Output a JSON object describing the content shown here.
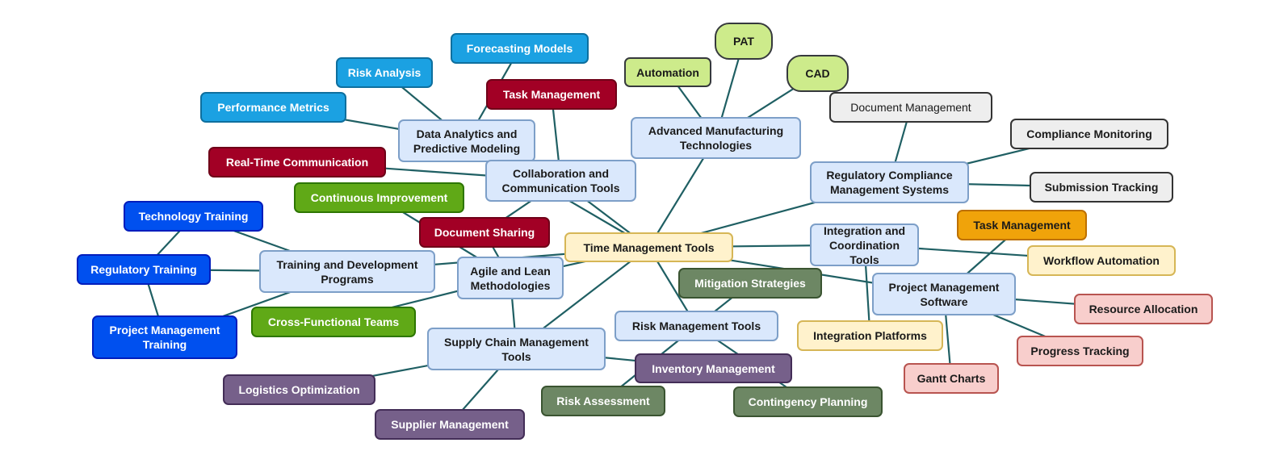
{
  "diagram": {
    "type": "mind-map",
    "center": {
      "id": "time",
      "label": "Time Management Tools"
    },
    "colors": {
      "edge": "#1f5f63",
      "hub_fill": "#dae8fc",
      "center_fill": "#fff2cc",
      "analytics": "#1ba1e2",
      "collaboration": "#a20025",
      "manufacturing": "#cdeb8b",
      "compliance": "#eeeeee",
      "training": "#0050ef",
      "agile": "#60a917",
      "supply_chain": "#76608a",
      "risk": "#6d8764",
      "integration": "#fff2cc",
      "task_orange": "#f0a30a",
      "pm_software": "#f8cecc"
    },
    "nodes": {
      "time": "Time Management Tools",
      "data": "Data Analytics and Predictive Modeling",
      "forecast": "Forecasting Models",
      "riskAnalysis": "Risk Analysis",
      "perf": "Performance Metrics",
      "collab": "Collaboration and Communication Tools",
      "taskRed": "Task Management",
      "rtc": "Real-Time Communication",
      "docShare": "Document Sharing",
      "amt": "Advanced Manufacturing Technologies",
      "automation": "Automation",
      "pat": "PAT",
      "cad": "CAD",
      "rcms": "Regulatory Compliance Management Systems",
      "docMgmt": "Document Management",
      "compMon": "Compliance Monitoring",
      "subTrack": "Submission Tracking",
      "training": "Training and Development Programs",
      "techTrain": "Technology Training",
      "regTrain": "Regulatory Training",
      "pmTrain": "Project Management Training",
      "agile": "Agile and Lean Methodologies",
      "contImp": "Continuous Improvement",
      "crossFunc": "Cross-Functional Teams",
      "integ": "Integration and Coordination Tools",
      "taskOrange": "Task Management",
      "workflow": "Workflow Automation",
      "integPlat": "Integration Platforms",
      "pms": "Project Management Software",
      "resAlloc": "Resource Allocation",
      "progTrack": "Progress Tracking",
      "gantt": "Gantt Charts",
      "riskTools": "Risk Management Tools",
      "mitig": "Mitigation Strategies",
      "riskAssess": "Risk Assessment",
      "contPlan": "Contingency Planning",
      "scm": "Supply Chain Management Tools",
      "invMgmt": "Inventory Management",
      "logOpt": "Logistics Optimization",
      "supMgmt": "Supplier Management"
    },
    "edges": [
      [
        "time",
        "collab"
      ],
      [
        "time",
        "data"
      ],
      [
        "time",
        "amt"
      ],
      [
        "time",
        "rcms"
      ],
      [
        "time",
        "integ"
      ],
      [
        "time",
        "pms"
      ],
      [
        "time",
        "riskTools"
      ],
      [
        "time",
        "scm"
      ],
      [
        "time",
        "training"
      ],
      [
        "time",
        "agile"
      ],
      [
        "data",
        "forecast"
      ],
      [
        "data",
        "riskAnalysis"
      ],
      [
        "data",
        "perf"
      ],
      [
        "collab",
        "taskRed"
      ],
      [
        "collab",
        "rtc"
      ],
      [
        "collab",
        "docShare"
      ],
      [
        "amt",
        "automation"
      ],
      [
        "amt",
        "pat"
      ],
      [
        "amt",
        "cad"
      ],
      [
        "rcms",
        "docMgmt"
      ],
      [
        "rcms",
        "compMon"
      ],
      [
        "rcms",
        "subTrack"
      ],
      [
        "training",
        "techTrain"
      ],
      [
        "training",
        "regTrain"
      ],
      [
        "training",
        "pmTrain"
      ],
      [
        "regTrain",
        "techTrain"
      ],
      [
        "regTrain",
        "pmTrain"
      ],
      [
        "agile",
        "contImp"
      ],
      [
        "agile",
        "crossFunc"
      ],
      [
        "agile",
        "docShare"
      ],
      [
        "agile",
        "scm"
      ],
      [
        "integ",
        "workflow"
      ],
      [
        "integ",
        "integPlat"
      ],
      [
        "pms",
        "taskOrange"
      ],
      [
        "pms",
        "resAlloc"
      ],
      [
        "pms",
        "progTrack"
      ],
      [
        "pms",
        "gantt"
      ],
      [
        "riskTools",
        "mitig"
      ],
      [
        "riskTools",
        "riskAssess"
      ],
      [
        "riskTools",
        "contPlan"
      ],
      [
        "scm",
        "invMgmt"
      ],
      [
        "scm",
        "logOpt"
      ],
      [
        "scm",
        "supMgmt"
      ]
    ]
  }
}
